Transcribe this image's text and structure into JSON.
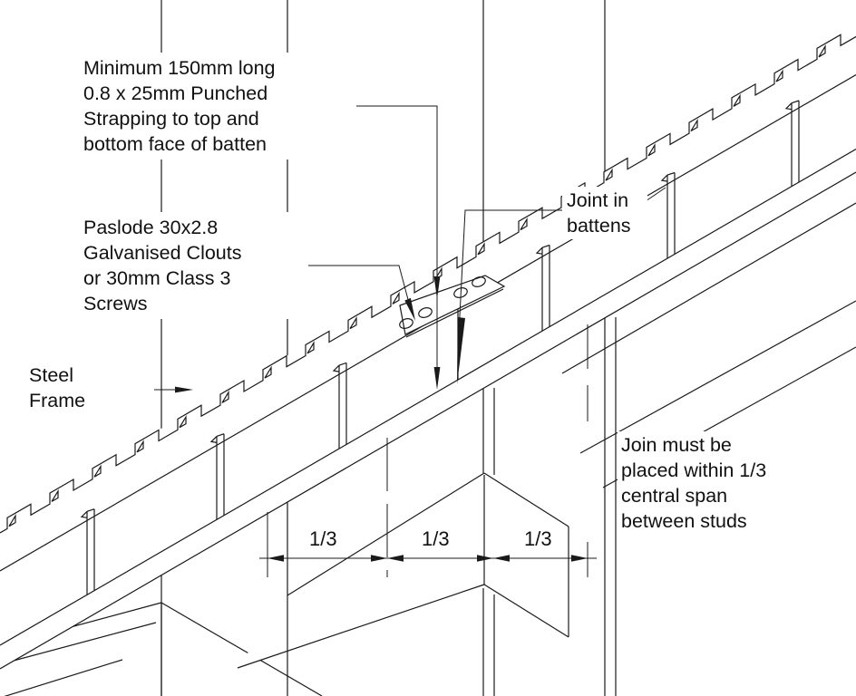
{
  "diagram": {
    "title": "Steel frame batten joint detail",
    "colors": {
      "line": "#1a1a1a",
      "background": "#ffffff"
    },
    "annotations": {
      "strapping": {
        "lines": [
          "Minimum 150mm long",
          "0.8 x 25mm Punched",
          "Strapping to top and",
          "bottom face of batten"
        ]
      },
      "fasteners": {
        "lines": [
          "Paslode 30x2.8",
          "Galvanised Clouts",
          "or 30mm Class 3",
          "Screws"
        ]
      },
      "joint": {
        "lines": [
          "Joint in",
          "battens"
        ]
      },
      "steel_frame": {
        "lines": [
          "Steel",
          "Frame"
        ]
      },
      "join_rule": {
        "lines": [
          "Join must be",
          "placed within 1/3",
          "central span",
          "between studs"
        ]
      }
    },
    "dimensions": {
      "labels": [
        "1/3",
        "1/3",
        "1/3"
      ]
    }
  }
}
